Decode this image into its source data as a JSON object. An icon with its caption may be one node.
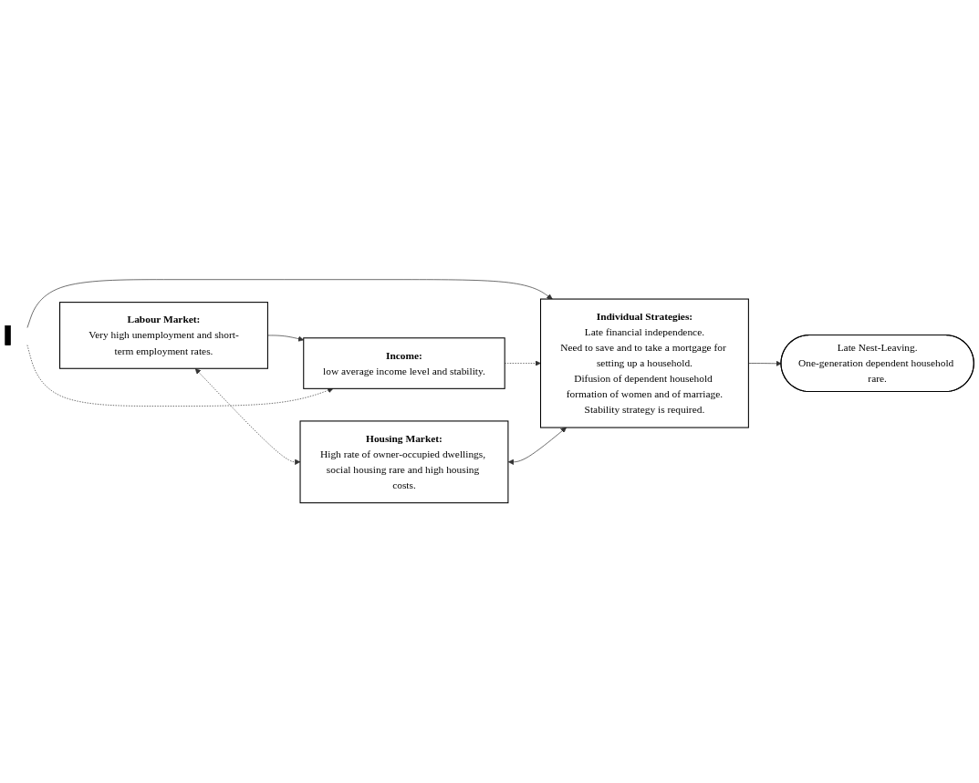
{
  "diagram": {
    "nodes": [
      {
        "text": [
          "Labour Market:",
          "Very high unemployment and short-term employment rates."
        ]
      },
      {
        "text": [
          "Income:",
          "low average income level and stability."
        ]
      },
      {
        "text": [],
        "shape": "bar"
      },
      {
        "text": [
          "Individual Strategies:",
          "Late financial independence.",
          "Need to save and to take a mortgage for setting up a household.",
          "Difusion of dependent household formation of women and of marriage.",
          "Stability strategy is required."
        ]
      },
      {
        "text": [
          "Housing Market:",
          "High rate of owner-occupied dwellings, social housing rare and high housing costs."
        ]
      },
      {
        "text": [
          "Late Nest-Leaving.",
          "One-generation dependent household rare."
        ]
      }
    ],
    "edges": [
      {
        "from": 0,
        "to": 1,
        "arrow": "to"
      },
      {
        "from": 0,
        "to": 4,
        "arrow": "both",
        "style": "dashed"
      },
      {
        "from": 2,
        "to": 1,
        "arrow": "to",
        "style": "dashed"
      },
      {
        "from": 2,
        "to": 3,
        "arrow": "to"
      },
      {
        "from": 1,
        "to": 3,
        "arrow": "to",
        "style": "dashed"
      },
      {
        "from": 4,
        "to": 3,
        "arrow": "both"
      },
      {
        "from": 3,
        "to": 5,
        "arrow": "to"
      }
    ]
  }
}
